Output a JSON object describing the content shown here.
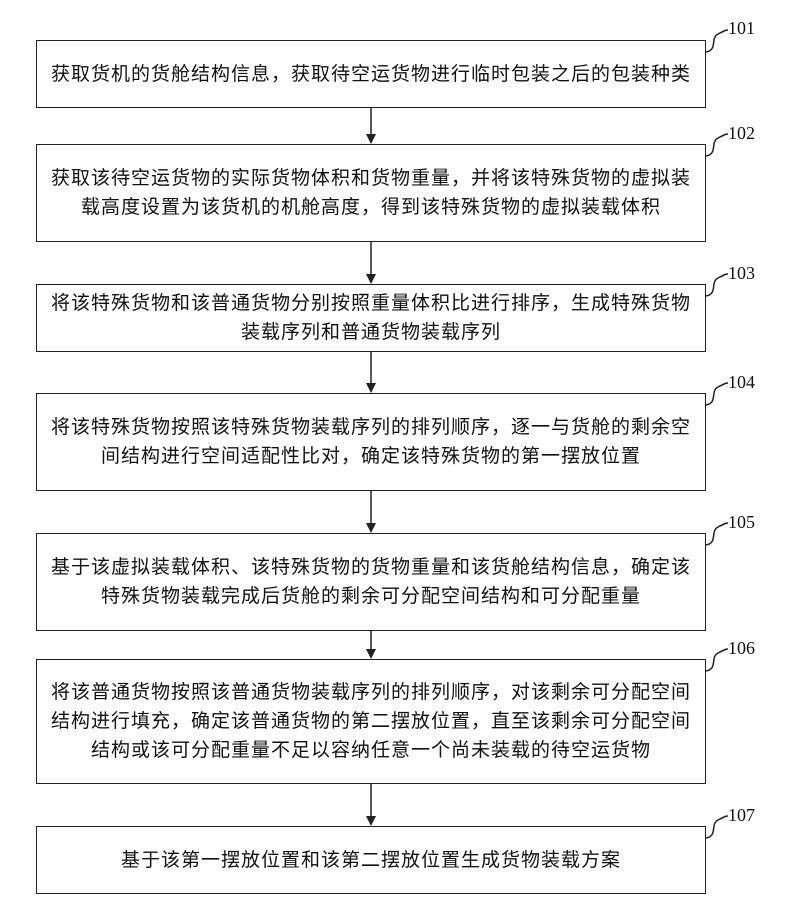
{
  "steps": [
    {
      "id": "101",
      "text": "获取货机的货舱结构信息，获取待空运货物进行临时包装之后的包装种类"
    },
    {
      "id": "102",
      "text": "获取该待空运货物的实际货物体积和货物重量，并将该特殊货物的虚拟装载高度设置为该货机的机舱高度，得到该特殊货物的虚拟装载体积"
    },
    {
      "id": "103",
      "text": "将该特殊货物和该普通货物分别按照重量体积比进行排序，生成特殊货物装载序列和普通货物装载序列"
    },
    {
      "id": "104",
      "text": "将该特殊货物按照该特殊货物装载序列的排列顺序，逐一与货舱的剩余空间结构进行空间适配性比对，确定该特殊货物的第一摆放位置"
    },
    {
      "id": "105",
      "text": "基于该虚拟装载体积、该特殊货物的货物重量和该货舱结构信息，确定该特殊货物装载完成后货舱的剩余可分配空间结构和可分配重量"
    },
    {
      "id": "106",
      "text": "将该普通货物按照该普通货物装载序列的排列顺序，对该剩余可分配空间结构进行填充，确定该普通货物的第二摆放位置，直至该剩余可分配空间结构或该可分配重量不足以容纳任意一个尚未装载的待空运货物"
    },
    {
      "id": "107",
      "text": "基于该第一摆放位置和该第二摆放位置生成货物装载方案"
    }
  ]
}
